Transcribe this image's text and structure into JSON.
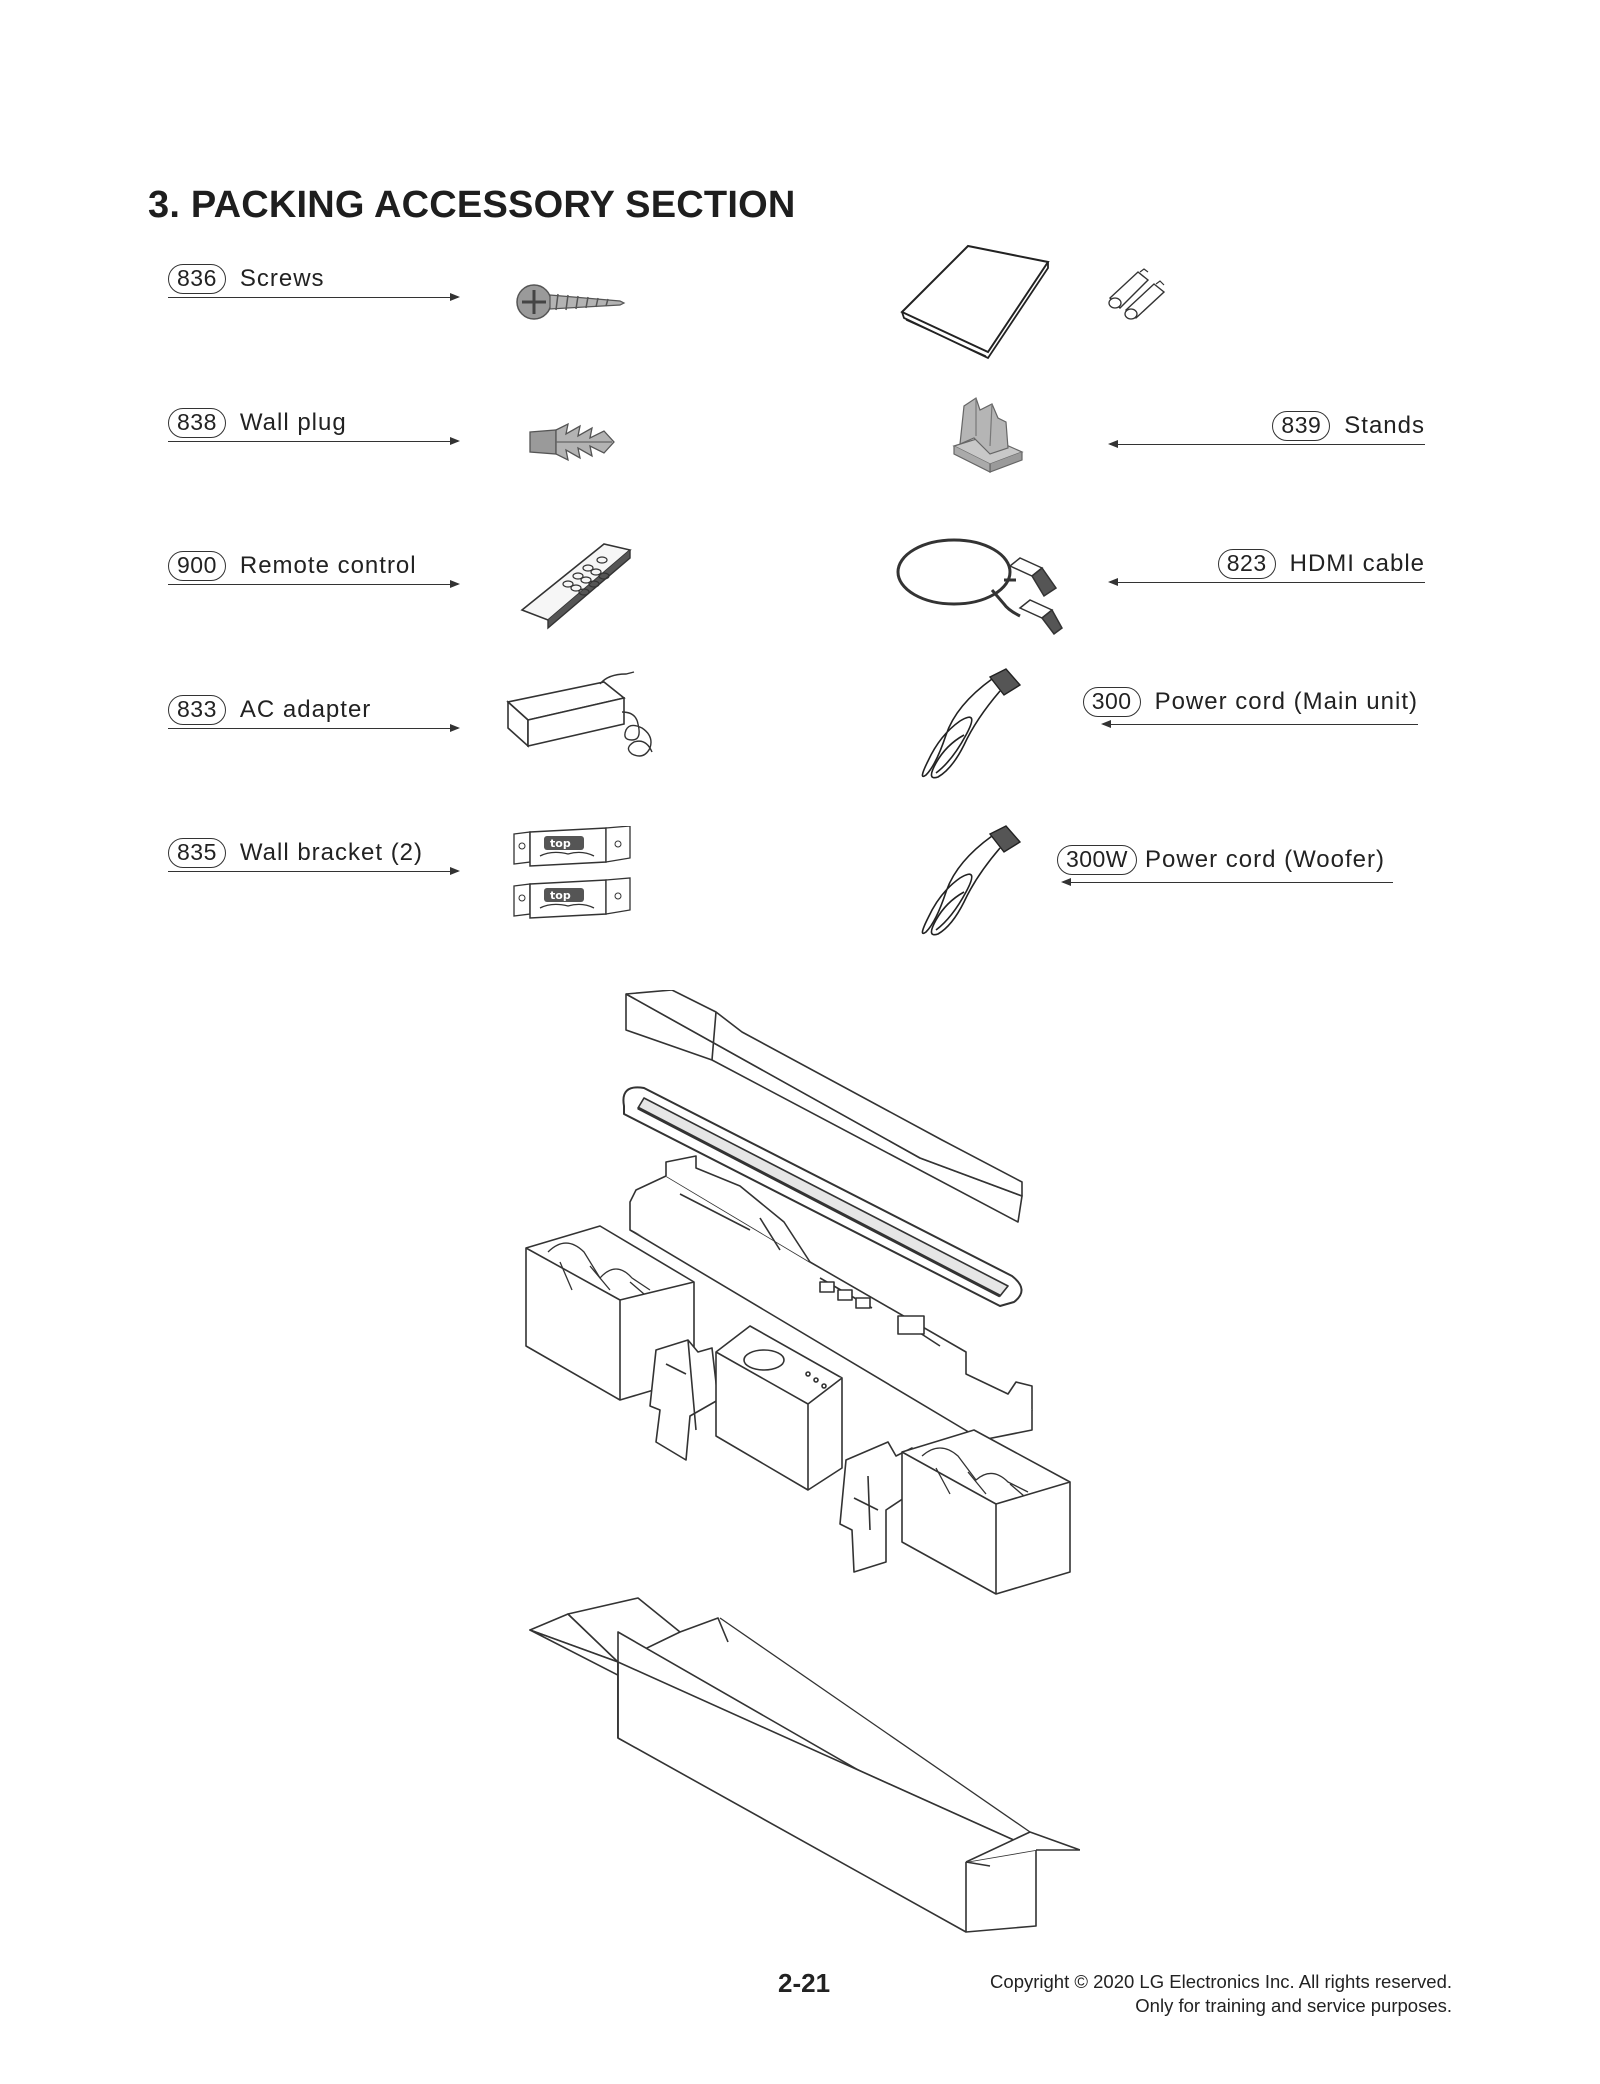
{
  "section_title": "3. PACKING ACCESSORY SECTION",
  "parts": [
    {
      "code": "836",
      "name": "Screws",
      "icon": "screw-icon"
    },
    {
      "code": "838",
      "name": "Wall plug",
      "icon": "wall-plug-icon"
    },
    {
      "code": "900",
      "name": "Remote control",
      "icon": "remote-control-icon"
    },
    {
      "code": "833",
      "name": "AC adapter",
      "icon": "ac-adapter-icon"
    },
    {
      "code": "835",
      "name": "Wall bracket (2)",
      "icon": "wall-bracket-icon"
    },
    {
      "code": "839",
      "name": "Stands",
      "icon": "stand-icon"
    },
    {
      "code": "823",
      "name": "HDMI cable",
      "icon": "hdmi-cable-icon"
    },
    {
      "code": "300",
      "name": "Power cord (Main unit)",
      "icon": "power-cord-icon"
    },
    {
      "code": "300W",
      "name": "Power cord (Woofer)",
      "icon": "power-cord-icon"
    }
  ],
  "bracket_text": "top",
  "unlabeled_items": [
    "manual-booklet-icon",
    "batteries-icon"
  ],
  "page_number": "2-21",
  "footer": {
    "copyright": "Copyright © 2020 LG Electronics Inc. All rights reserved.",
    "note": "Only for training and service purposes."
  }
}
